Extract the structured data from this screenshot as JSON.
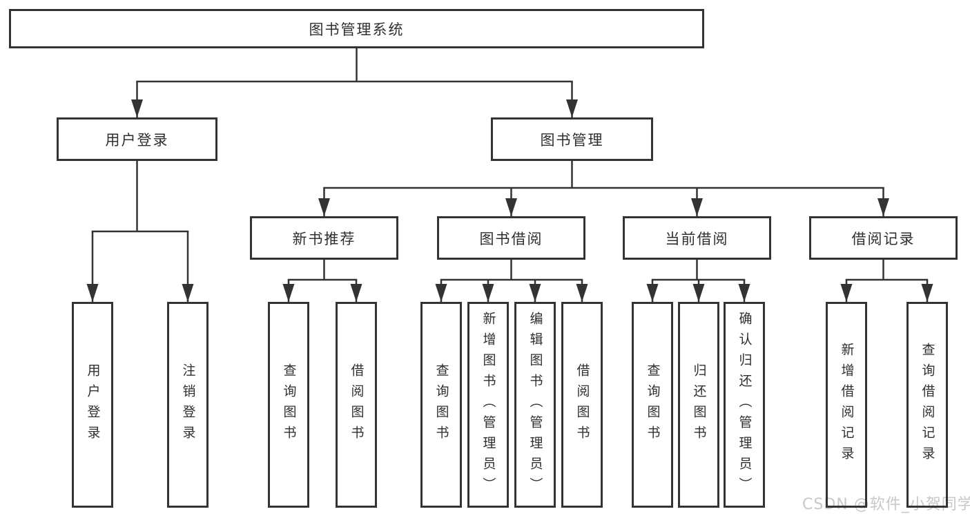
{
  "diagram": {
    "root": {
      "label": "图书管理系统",
      "children": [
        {
          "label": "用户登录",
          "children": [
            {
              "label": "用户登录"
            },
            {
              "label": "注销登录"
            }
          ]
        },
        {
          "label": "图书管理",
          "children": [
            {
              "label": "新书推荐",
              "children": [
                {
                  "label": "查询图书"
                },
                {
                  "label": "借阅图书"
                }
              ]
            },
            {
              "label": "图书借阅",
              "children": [
                {
                  "label": "查询图书"
                },
                {
                  "label": "新增图书（管理员）"
                },
                {
                  "label": "编辑图书（管理员）"
                },
                {
                  "label": "借阅图书"
                }
              ]
            },
            {
              "label": "当前借阅",
              "children": [
                {
                  "label": "查询图书"
                },
                {
                  "label": "归还图书"
                },
                {
                  "label": "确认归还（管理员）"
                }
              ]
            },
            {
              "label": "借阅记录",
              "children": [
                {
                  "label": "新增借阅记录"
                },
                {
                  "label": "查询借阅记录"
                }
              ]
            }
          ]
        }
      ]
    }
  },
  "watermark": "CSDN @软件_小贺同学",
  "colors": {
    "line": "#333333",
    "box_border": "#333333",
    "text": "#2f2f2f",
    "watermark": "#c8c8c8",
    "background": "#ffffff"
  }
}
